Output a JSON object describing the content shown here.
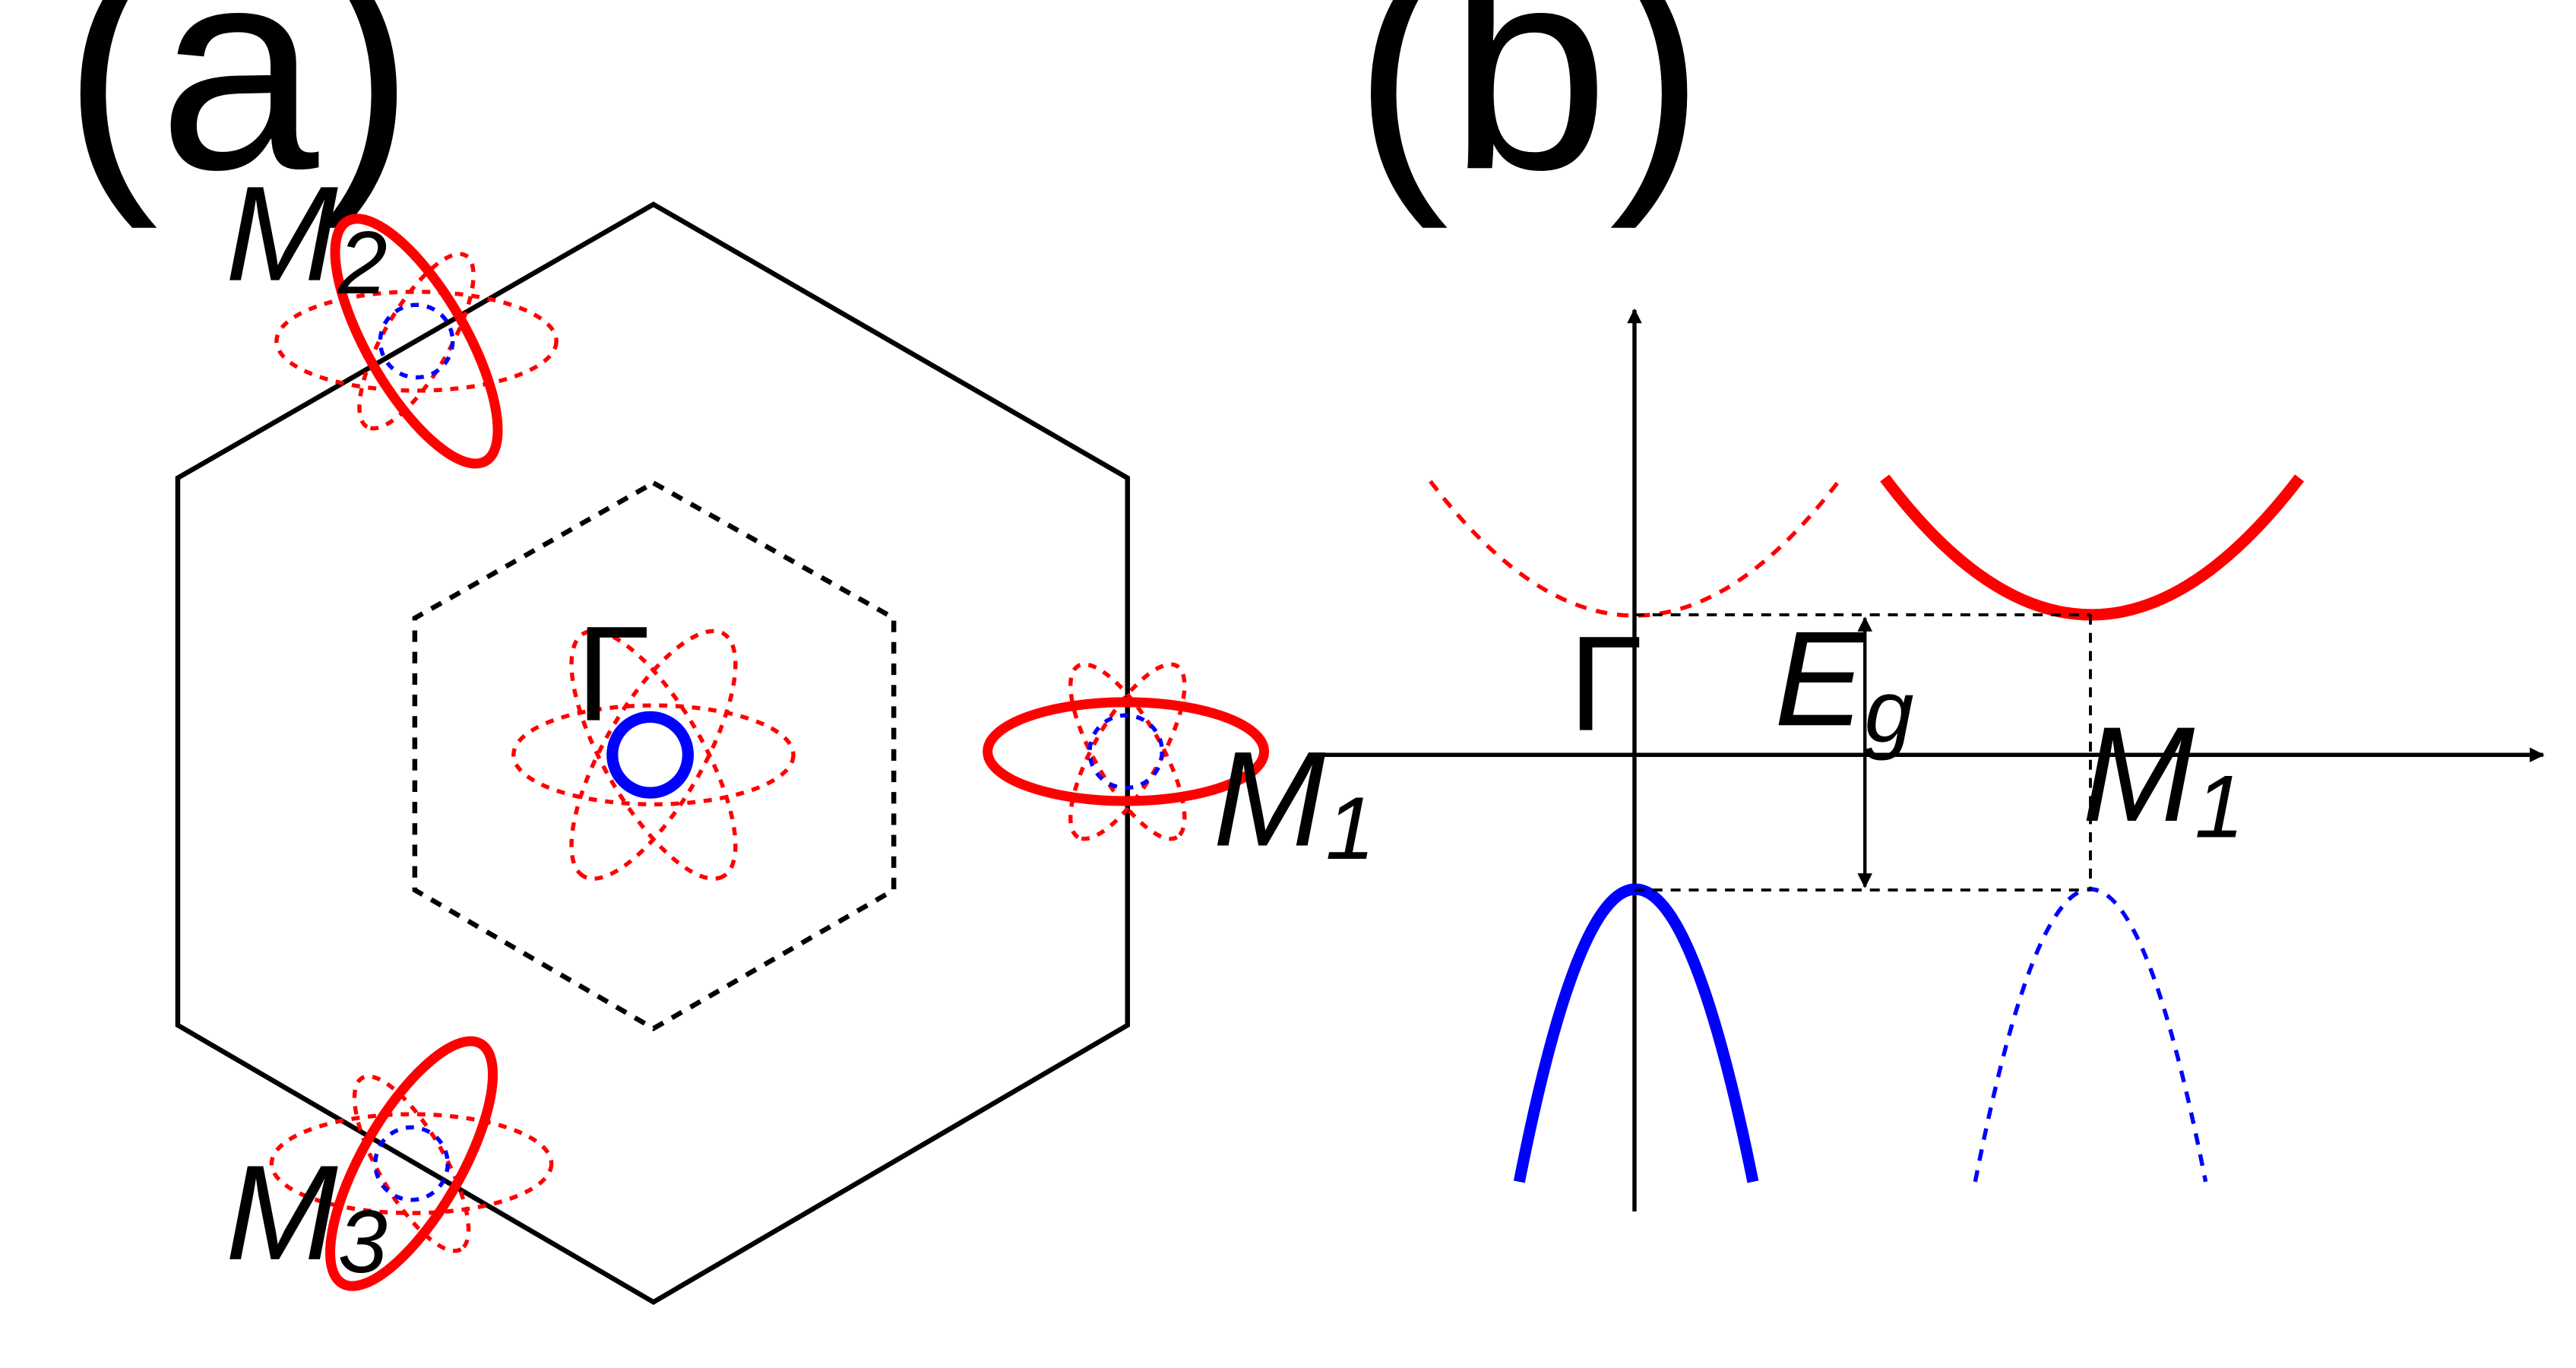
{
  "panel_a": {
    "label": "(a)",
    "gamma_label": "Γ",
    "m1": {
      "symbol": "M",
      "subscript": "1"
    },
    "m2": {
      "symbol": "M",
      "subscript": "2"
    },
    "m3": {
      "symbol": "M",
      "subscript": "3"
    }
  },
  "panel_b": {
    "label": "(b)",
    "gamma_label": "Γ",
    "gap": {
      "symbol": "E",
      "subscript": "g"
    },
    "m1": {
      "symbol": "M",
      "subscript": "1"
    }
  },
  "colors": {
    "line": "#000000",
    "electron": "#ff0000",
    "hole": "#0000ff"
  }
}
